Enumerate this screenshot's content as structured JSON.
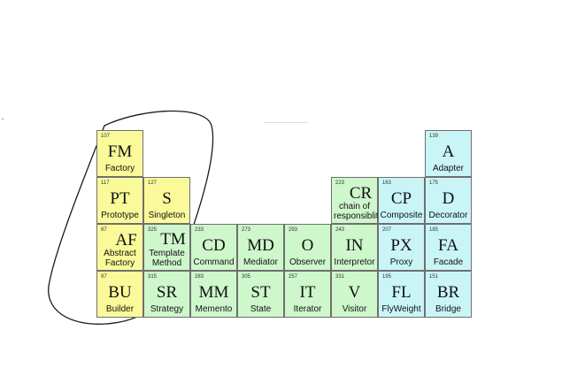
{
  "colors": {
    "creational": "#fafa9a",
    "behavioral": "#cef7cc",
    "structural": "#c9f5f7",
    "border": "#6f6f6f",
    "outline": "#1a1a1a"
  },
  "elements": [
    {
      "num": "107",
      "sym": "FM",
      "name": "Factory",
      "group": "creational",
      "col": 0,
      "row": 0
    },
    {
      "num": "117",
      "sym": "PT",
      "name": "Prototype",
      "group": "creational",
      "col": 0,
      "row": 1
    },
    {
      "num": "127",
      "sym": "S",
      "name": "Singleton",
      "group": "creational",
      "col": 1,
      "row": 1
    },
    {
      "num": "87",
      "sym": "AF",
      "name": "Abstract Factory",
      "group": "creational",
      "col": 0,
      "row": 2,
      "style": "sym-right"
    },
    {
      "num": "325",
      "sym": "TM",
      "name": "Template Method",
      "group": "behavioral",
      "col": 1,
      "row": 2,
      "style": "sym-hi"
    },
    {
      "num": "233",
      "sym": "CD",
      "name": "Command",
      "group": "behavioral",
      "col": 2,
      "row": 2
    },
    {
      "num": "273",
      "sym": "MD",
      "name": "Mediator",
      "group": "behavioral",
      "col": 3,
      "row": 2
    },
    {
      "num": "293",
      "sym": "O",
      "name": "Observer",
      "group": "behavioral",
      "col": 4,
      "row": 2
    },
    {
      "num": "243",
      "sym": "IN",
      "name": "Interpretor",
      "group": "behavioral",
      "col": 5,
      "row": 2
    },
    {
      "num": "207",
      "sym": "PX",
      "name": "Proxy",
      "group": "structural",
      "col": 6,
      "row": 2
    },
    {
      "num": "185",
      "sym": "FA",
      "name": "Facade",
      "group": "structural",
      "col": 7,
      "row": 2
    },
    {
      "num": "97",
      "sym": "BU",
      "name": "Builder",
      "group": "creational",
      "col": 0,
      "row": 3
    },
    {
      "num": "315",
      "sym": "SR",
      "name": "Strategy",
      "group": "behavioral",
      "col": 1,
      "row": 3
    },
    {
      "num": "283",
      "sym": "MM",
      "name": "Memento",
      "group": "behavioral",
      "col": 2,
      "row": 3
    },
    {
      "num": "305",
      "sym": "ST",
      "name": "State",
      "group": "behavioral",
      "col": 3,
      "row": 3
    },
    {
      "num": "257",
      "sym": "IT",
      "name": "Iterator",
      "group": "behavioral",
      "col": 4,
      "row": 3
    },
    {
      "num": "331",
      "sym": "V",
      "name": "Visitor",
      "group": "behavioral",
      "col": 5,
      "row": 3
    },
    {
      "num": "195",
      "sym": "FL",
      "name": "FlyWeight",
      "group": "structural",
      "col": 6,
      "row": 3
    },
    {
      "num": "151",
      "sym": "BR",
      "name": "Bridge",
      "group": "structural",
      "col": 7,
      "row": 3
    },
    {
      "num": "223",
      "sym": "CR",
      "name": "chain of responsiblity",
      "group": "behavioral",
      "col": 5,
      "row": 1,
      "style": "sym-right"
    },
    {
      "num": "163",
      "sym": "CP",
      "name": "Composite",
      "group": "structural",
      "col": 6,
      "row": 1
    },
    {
      "num": "175",
      "sym": "D",
      "name": "Decorator",
      "group": "structural",
      "col": 7,
      "row": 1
    },
    {
      "num": "139",
      "sym": "A",
      "name": "Adapter",
      "group": "structural",
      "col": 7,
      "row": 0
    }
  ]
}
